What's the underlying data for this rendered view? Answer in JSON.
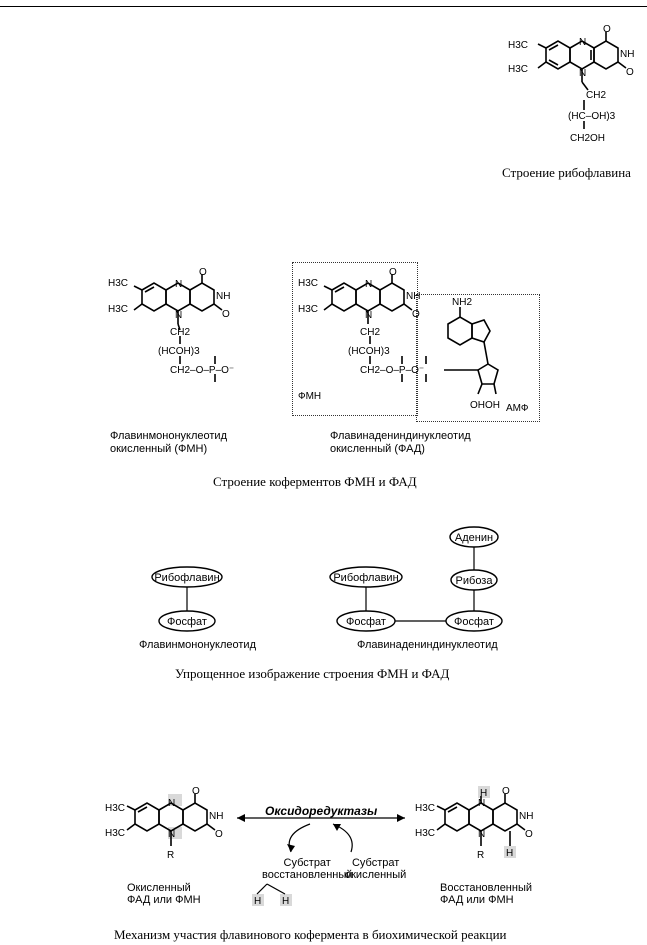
{
  "section1": {
    "caption": "Строение рибофлавина",
    "labels": {
      "h3c_1": "H3C",
      "h3c_2": "H3C",
      "o_top": "O",
      "nh": "NH",
      "o_right": "O",
      "n_top": "N",
      "n_bot": "N",
      "ch2": "CH2",
      "hcoh": "(HC–OH)3",
      "ch2oh": "CH2OH"
    }
  },
  "section2": {
    "caption": "Строение коферментов ФМН и ФАД",
    "fmn_label": "Флавинмононуклеотид окисленный (ФМН)",
    "fad_label": "Флавинадениндинуклеотид окисленный (ФАД)",
    "fmn_line1": "Флавинмононуклеотид",
    "fmn_line2": "окисленный (ФМН)",
    "fad_line1": "Флавинадениндинуклеотид",
    "fad_line2": "окисленный (ФАД)",
    "box_fmn": "ФМН",
    "box_amf": "АМФ",
    "chain_hcoh": "(HCOH)3",
    "chain_tail": "CH2–O–P–O⁻",
    "nh2": "NH2",
    "oh_oh": "OHOH"
  },
  "section3": {
    "caption": "Упрощенное изображение строения ФМН и ФАД",
    "ovals": {
      "riboflavin": "Рибофлавин",
      "phosphate": "Фосфат",
      "adenine": "Аденин",
      "ribose": "Рибоза"
    },
    "fmn_name": "Флавинмононуклеотид",
    "fad_name": "Флавинадениндинуклеотид"
  },
  "section4": {
    "caption": "Механизм участия флавинового кофермента в биохимической реакции",
    "enzyme": "Оксидоредуктазы",
    "substrate_reduced_1": "Субстрат",
    "substrate_reduced_2": "восстановленный",
    "substrate_oxidized_1": "Субстрат",
    "substrate_oxidized_2": "окисленный",
    "left_1": "Окисленный",
    "left_2": "ФАД или ФМН",
    "right_1": "Восстановленный",
    "right_2": "ФАД или ФМН",
    "h_left": "H",
    "h_right": "H",
    "r": "R"
  },
  "colors": {
    "highlight": "#d9d9d9",
    "ink": "#000000"
  }
}
